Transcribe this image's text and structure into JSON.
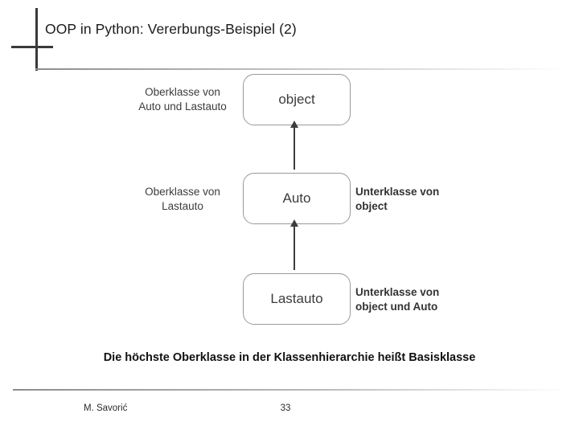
{
  "slide": {
    "title": "OOP in Python: Vererbungs-Beispiel (2)",
    "statement": "Die höchste Oberklasse in der Klassenhierarchie heißt Basisklasse"
  },
  "diagram": {
    "nodes": [
      {
        "id": "object",
        "label": "object"
      },
      {
        "id": "auto",
        "label": "Auto"
      },
      {
        "id": "lastauto",
        "label": "Lastauto"
      }
    ],
    "left_labels": [
      "Oberklasse von\nAuto und Lastauto",
      "Oberklasse von\nLastauto"
    ],
    "left_labels_lines": {
      "first_line_1": "Oberklasse von",
      "first_line_2": "Auto und Lastauto",
      "second_line_1": "Oberklasse von",
      "second_line_2": "Lastauto"
    },
    "right_labels_lines": {
      "first_line_1": "Unterklasse von",
      "first_line_2": "object",
      "second_line_1": "Unterklasse von",
      "second_line_2": "object und Auto"
    }
  },
  "footer": {
    "author": "M. Savorić",
    "page": "33"
  }
}
